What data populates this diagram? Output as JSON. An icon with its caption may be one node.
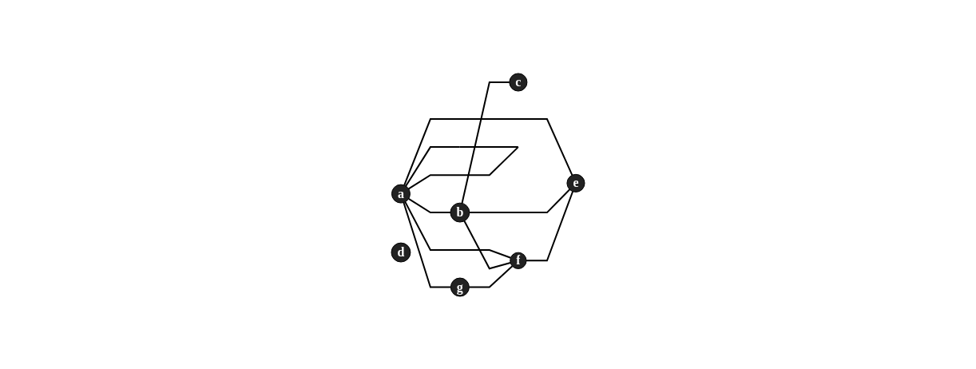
{
  "diagram": {
    "nodes": [
      {
        "text": [
          "a"
        ]
      },
      {
        "text": [
          "b"
        ]
      },
      {
        "text": [
          "c"
        ]
      },
      {
        "text": [
          "g"
        ]
      },
      {
        "text": [
          "f"
        ]
      },
      {
        "text": [
          "e"
        ]
      },
      {
        "text": [
          "d"
        ]
      }
    ],
    "edges": [
      {
        "from": 0,
        "to": 0,
        "arrow": "none"
      },
      {
        "from": 0,
        "to": 1,
        "arrow": "none"
      },
      {
        "from": 1,
        "to": 2,
        "arrow": "none"
      },
      {
        "from": 0,
        "to": 3,
        "arrow": "none"
      },
      {
        "from": 0,
        "to": 4,
        "arrow": "none"
      },
      {
        "from": 0,
        "to": 5,
        "arrow": "none"
      },
      {
        "from": 1,
        "to": 4,
        "arrow": "none"
      },
      {
        "from": 1,
        "to": 5,
        "arrow": "none"
      },
      {
        "from": 3,
        "to": 4,
        "arrow": "none"
      },
      {
        "from": 4,
        "to": 5,
        "arrow": "none"
      }
    ]
  }
}
